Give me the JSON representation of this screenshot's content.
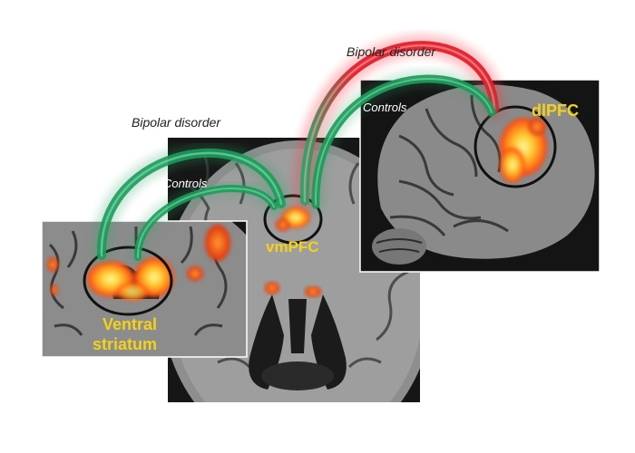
{
  "labels": {
    "bipolar_left": "Bipolar disorder",
    "bipolar_right": "Bipolar disorder",
    "controls_left": "Controls",
    "controls_right": "Controls",
    "ventral_line1": "Ventral",
    "ventral_line2": "striatum",
    "vmpfc": "vmPFC",
    "dlpfc": "dlPFC"
  },
  "colors": {
    "controls_arc": "#1f9a5c",
    "bipolar_arc_left": "#2aa468",
    "bipolar_arc_right": "#e0202a",
    "activation_core": "#fff27a",
    "activation_mid": "#ffb020",
    "activation_edge": "#ff4a10",
    "region_label": "#f4d21c",
    "brain_bg": "#1a1a1a",
    "brain_tissue": "#9a9a9a"
  },
  "icons": [
    "axial-brain-slice",
    "coronal-brain-slice",
    "sagittal-brain-slice"
  ]
}
